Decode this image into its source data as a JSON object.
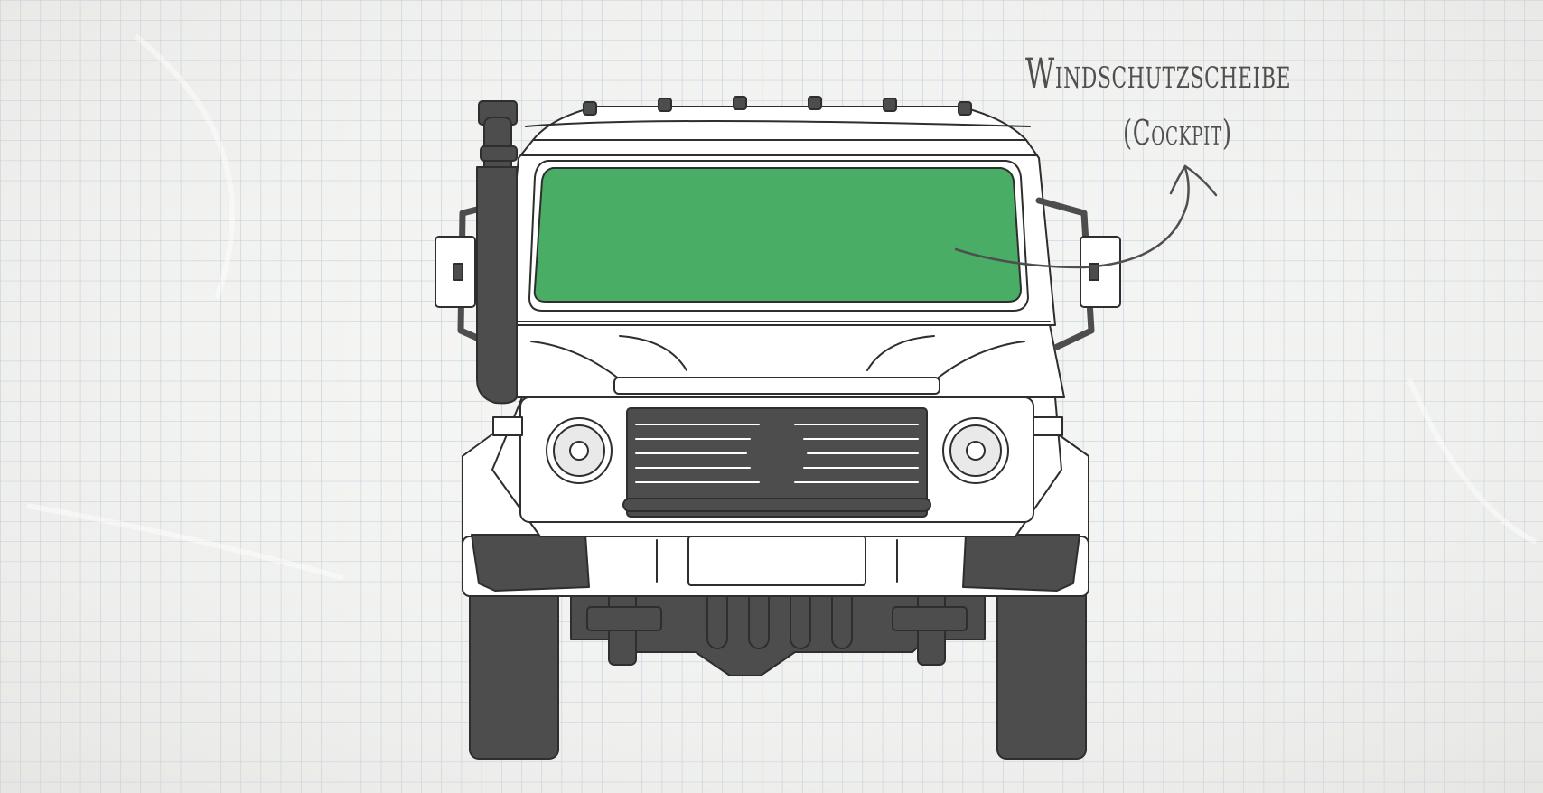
{
  "annotation": {
    "title": "Windschutzscheibe",
    "subtitle": "(Cockpit)"
  },
  "vehicle": {
    "view": "front",
    "highlighted_part": "windshield"
  },
  "colors": {
    "paper": "#f4f4f2",
    "grid": "#a9c2d6",
    "outline": "#2e2e2e",
    "body_fill": "#ffffff",
    "dark_part": "#4d4d4d",
    "highlight": "#4aad66",
    "annotation_ink": "#4f4f4f"
  }
}
